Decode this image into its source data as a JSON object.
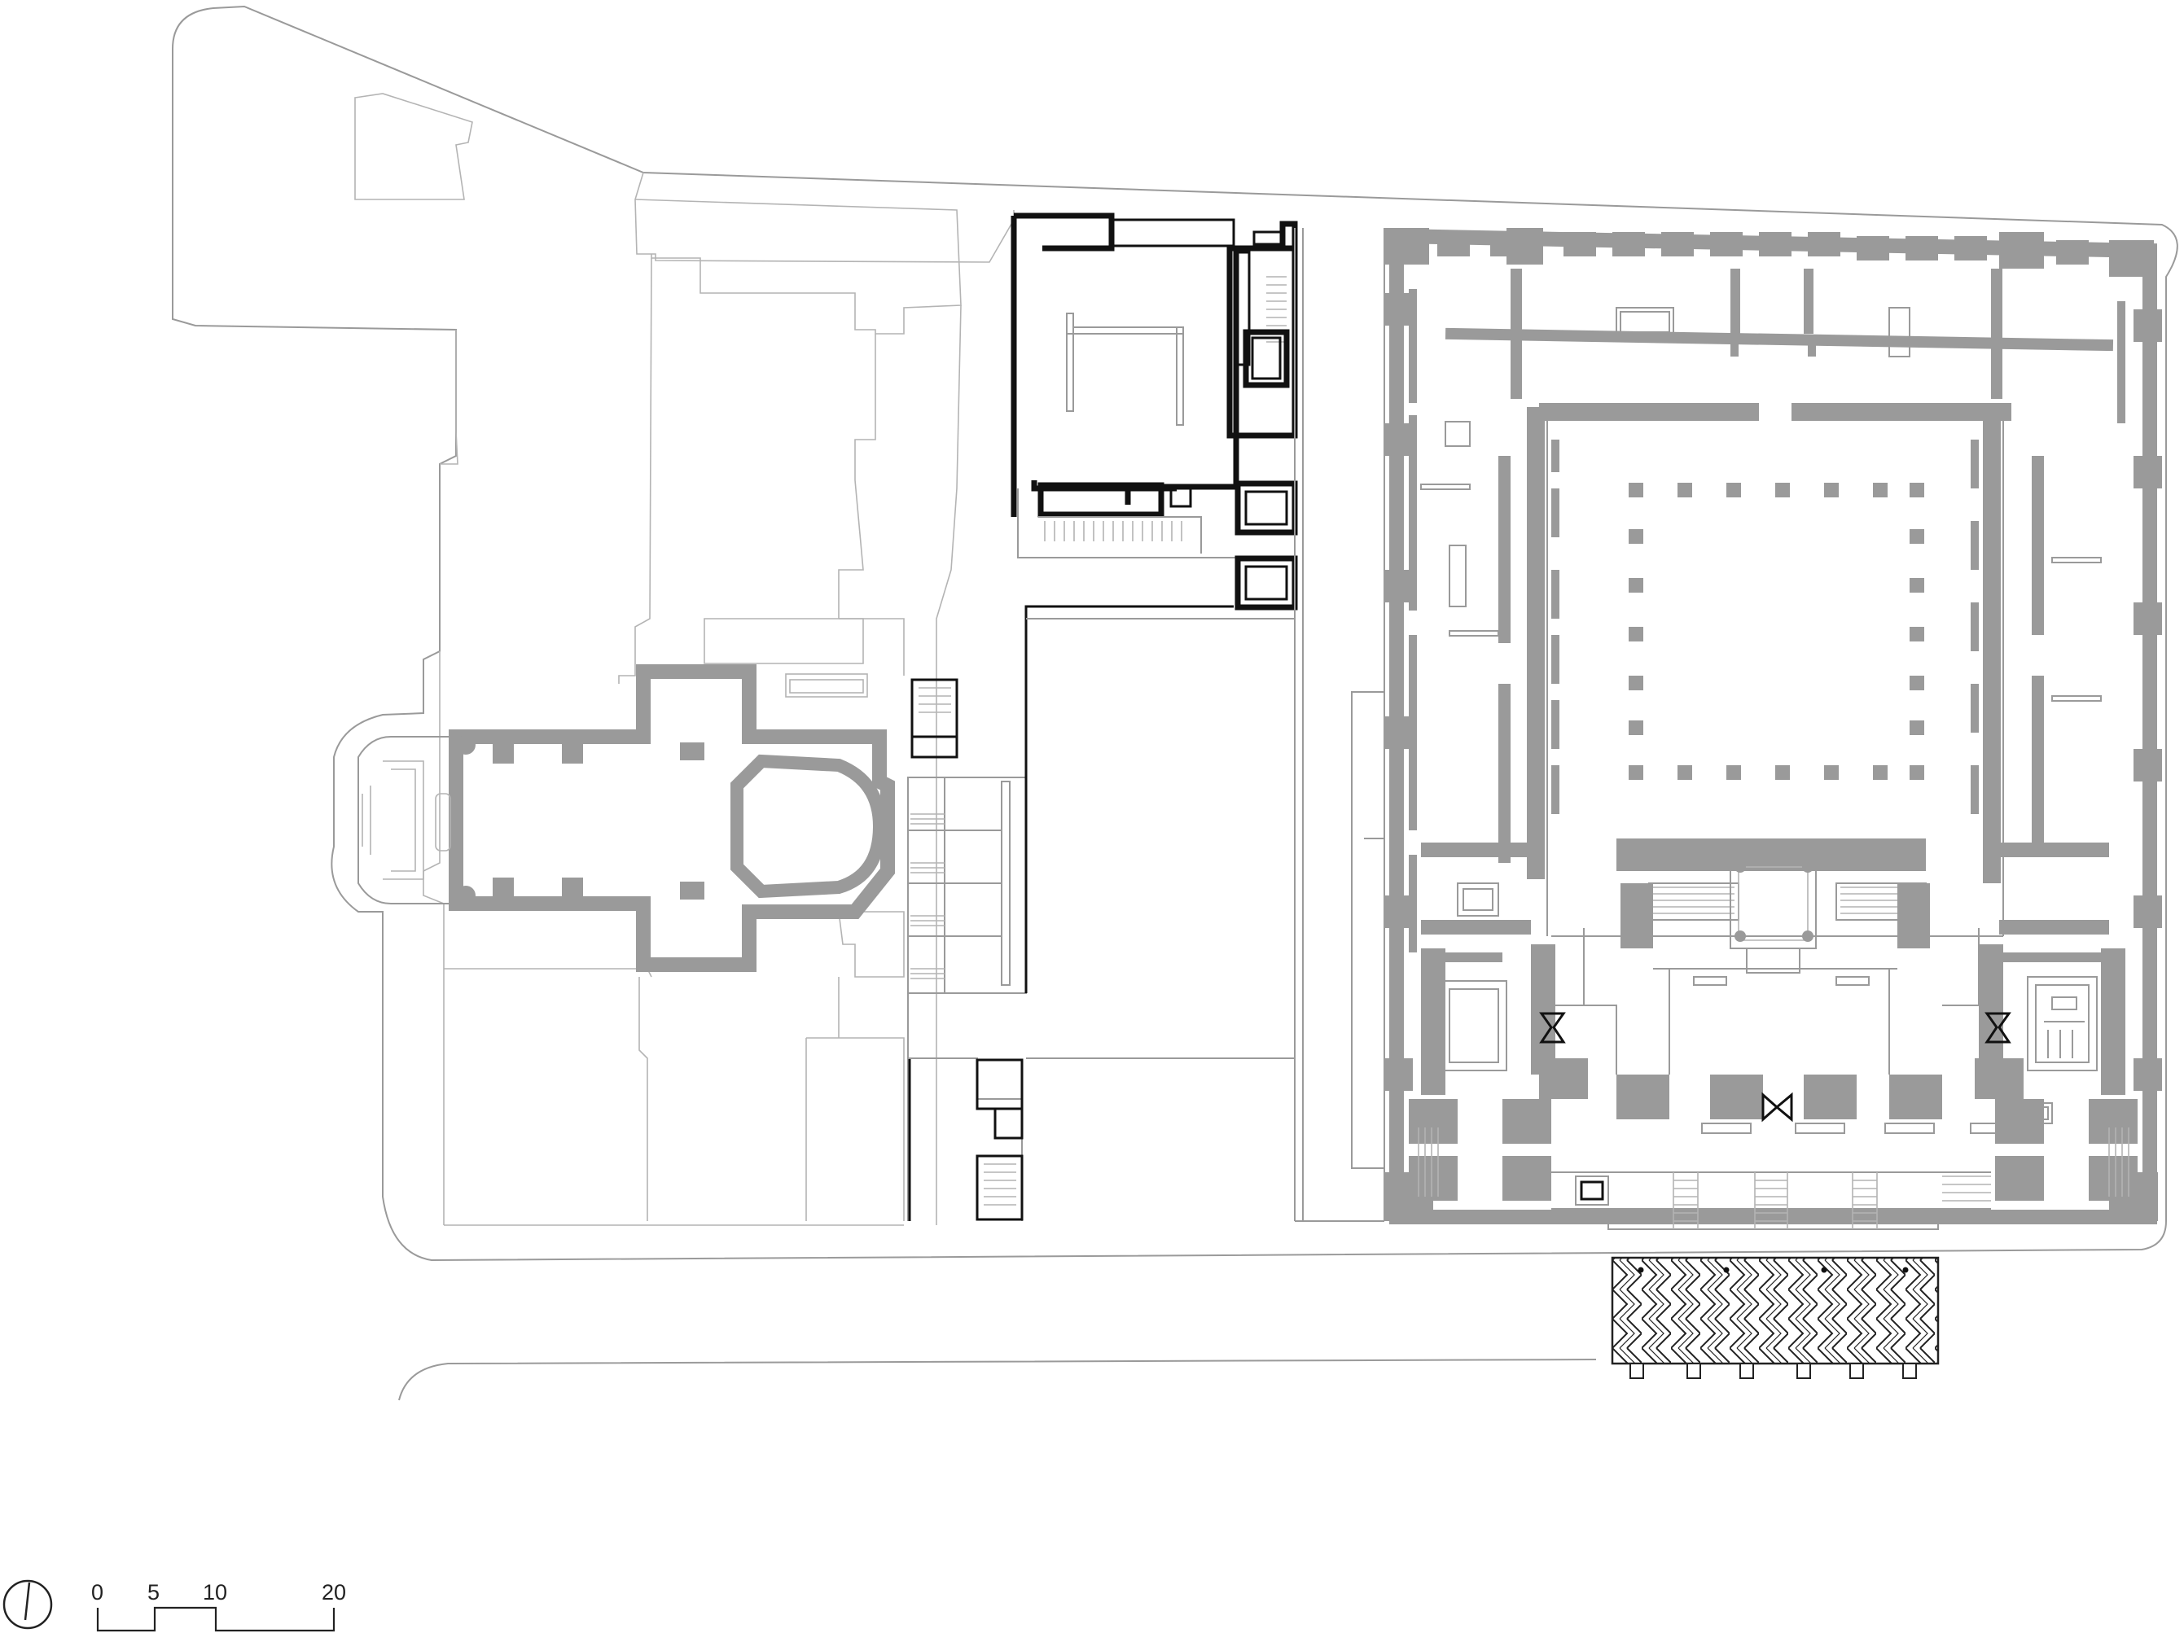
{
  "scale_bar": {
    "ticks": [
      "0",
      "5",
      "10",
      "20"
    ]
  },
  "north_arrow": {
    "icon": "north-arrow-icon"
  },
  "colors": {
    "existing_walls": "#9a9a9a",
    "new_construction": "#111111",
    "outline": "#9a9a9a",
    "background": "#ffffff"
  }
}
